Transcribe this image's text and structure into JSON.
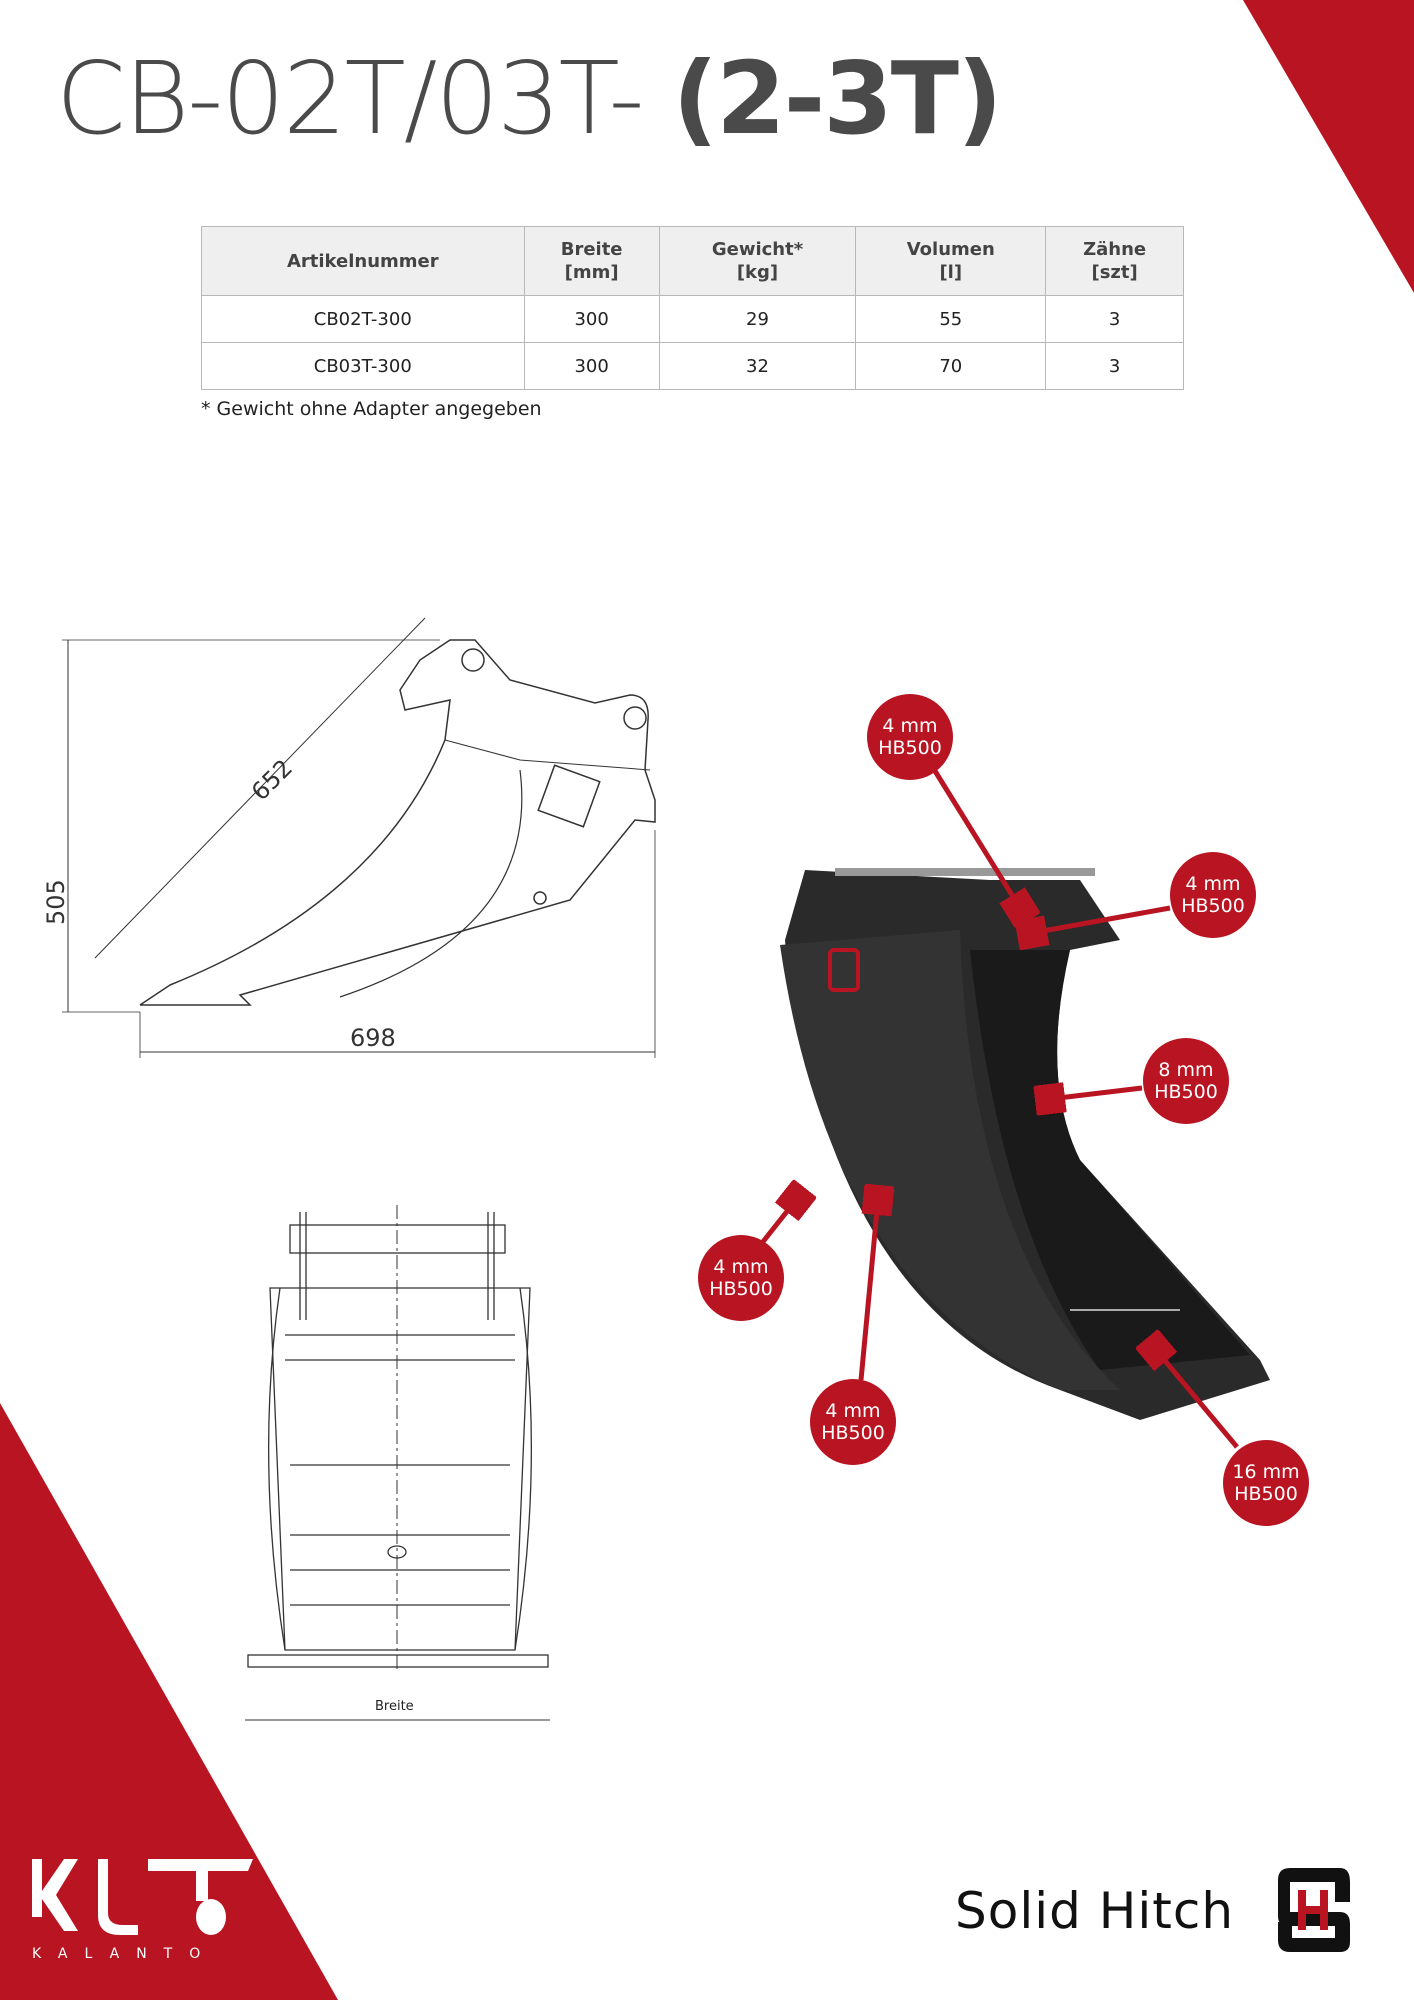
{
  "title": {
    "light": "CB-02T/03T- ",
    "bold": "(2-3T)"
  },
  "table": {
    "headers": [
      [
        "Artikelnummer"
      ],
      [
        "Breite",
        "[mm]"
      ],
      [
        "Gewicht*",
        "[kg]"
      ],
      [
        "Volumen",
        "[l]"
      ],
      [
        "Zähne",
        "[szt]"
      ]
    ],
    "rows": [
      [
        "CB02T-300",
        "300",
        "29",
        "55",
        "3"
      ],
      [
        "CB03T-300",
        "300",
        "32",
        "70",
        "3"
      ]
    ]
  },
  "note": "* Gewicht ohne Adapter angegeben",
  "drawing": {
    "dim_length": "652",
    "dim_height": "505",
    "dim_width": "698",
    "front_label": "Breite"
  },
  "callouts": [
    {
      "mm": "4 mm",
      "grade": "HB500"
    },
    {
      "mm": "4 mm",
      "grade": "HB500"
    },
    {
      "mm": "8 mm",
      "grade": "HB500"
    },
    {
      "mm": "4 mm",
      "grade": "HB500"
    },
    {
      "mm": "4 mm",
      "grade": "HB500"
    },
    {
      "mm": "16 mm",
      "grade": "HB500"
    }
  ],
  "brand": {
    "left_logo": "KLT",
    "left_name": "KALANTO",
    "right_name": "Solid Hitch"
  },
  "colors": {
    "accent": "#b81421",
    "text": "#4a4a4a"
  }
}
